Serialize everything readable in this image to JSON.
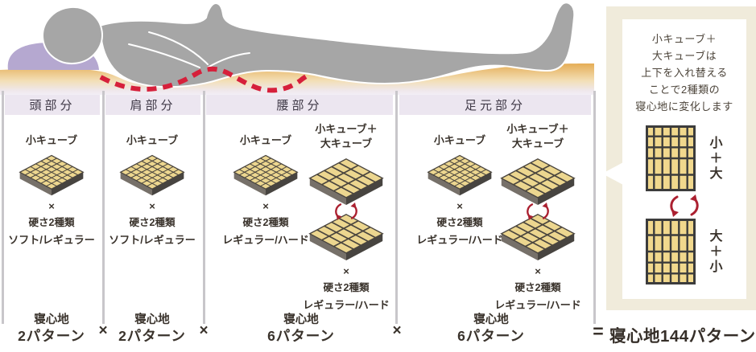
{
  "colors": {
    "accent_red": "#d6203b",
    "header_bg": "#ece6f0",
    "panel_bg": "#f0ebdb",
    "divider_gray": "#c8c6ca",
    "cube_top_tan": "#ecd68f",
    "cube_side_dark": "#474440",
    "pillow_purple": "#b5a8d0",
    "body_gray": "#a6a6a6",
    "mattress_tan": "#e8b45c",
    "text_dark": "#3a332c"
  },
  "icons": {
    "person": "sleeping-person-silhouette",
    "pillow": "pillow",
    "mattress": "mattress-surface",
    "pressure_line": "red-dashed-pressure-line",
    "cube_small": "cube-isometric-small-grid",
    "cube_mixed": "cube-isometric-mixed-grid",
    "swap": "swap-arrows"
  },
  "columns": [
    {
      "header": "頭部分",
      "options": [
        {
          "label": "小キューブ",
          "multiply": "×",
          "hardness": "硬さ2種類",
          "firmness": "ソフト/レギュラー"
        }
      ],
      "result": {
        "label": "寝心地",
        "value": "2パターン"
      },
      "separator": "×"
    },
    {
      "header": "肩部分",
      "options": [
        {
          "label": "小キューブ",
          "multiply": "×",
          "hardness": "硬さ2種類",
          "firmness": "ソフト/レギュラー"
        }
      ],
      "result": {
        "label": "寝心地",
        "value": "2パターン"
      },
      "separator": "×"
    },
    {
      "header": "腰部分",
      "options": [
        {
          "label": "小キューブ",
          "multiply": "×",
          "hardness": "硬さ2種類",
          "firmness": "レギュラー/ハード"
        },
        {
          "label": "小キューブ＋\n大キューブ",
          "multiply": "×",
          "hardness": "硬さ2種類",
          "firmness": "レギュラー/ハード"
        }
      ],
      "result": {
        "label": "寝心地",
        "value": "6パターン"
      },
      "separator": "×"
    },
    {
      "header": "足元部分",
      "options": [
        {
          "label": "小キューブ",
          "multiply": "×",
          "hardness": "硬さ2種類",
          "firmness": "レギュラー/ハード"
        },
        {
          "label": "小キューブ＋\n大キューブ",
          "multiply": "×",
          "hardness": "硬さ2種類",
          "firmness": "レギュラー/ハード"
        }
      ],
      "result": {
        "label": "寝心地",
        "value": "6パターン"
      },
      "separator": "="
    }
  ],
  "total": {
    "label": "寝心地144パターン"
  },
  "panel": {
    "note": "小キューブ＋\n大キューブは\n上下を入れ替える\nことで2種類の\n寝心地に変化します",
    "top_label": "小＋大",
    "bottom_label": "大＋小"
  }
}
